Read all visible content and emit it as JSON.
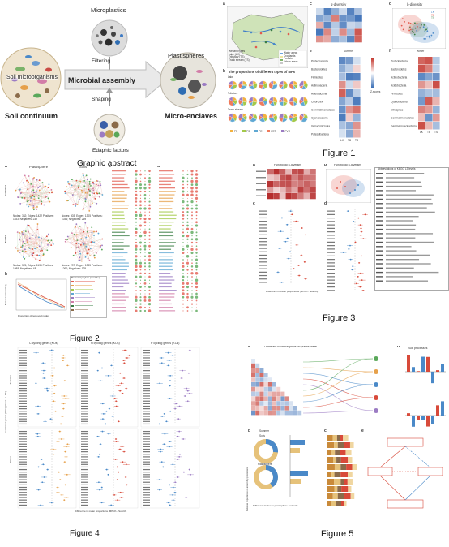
{
  "graphical_abstract": {
    "microplastics_label": "Microplastics",
    "filtering_label": "Filtering",
    "microbial_assembly_label": "Microbial assembly",
    "shaping_label": "Shaping",
    "soil_microorganisms_label": "Soil microorganisms",
    "soil_continuum_label": "Soil continuum",
    "plastispheres_label": "Plastispheres",
    "micro_enclaves_label": "Micro-enclaves",
    "edaphic_factors_label": "Edaphic factors",
    "caption": "Graphic abstract"
  },
  "figure1": {
    "caption": "Figure 1",
    "panel_a_letter": "a",
    "panel_b_letter": "b",
    "panel_b_title": "The proportions of different types of MPs",
    "panel_c_letter": "c",
    "panel_c_title": "α-diversity",
    "panel_d_letter": "d",
    "panel_d_title": "β-diversity",
    "panel_e_letter": "e",
    "panel_f_letter": "f",
    "map_legend": [
      "Wetland types",
      "Lake (LK)",
      "Tributary (TS)",
      "Trunk stream (TS)",
      "Water areas",
      "Croplands",
      "Forests",
      "Urban areas"
    ],
    "pie_rows": [
      "Lake",
      "Tributary",
      "Trunk stream"
    ],
    "pie_legend": [
      "PP",
      "PS",
      "PE",
      "PET",
      "PVC"
    ],
    "heat_rows_e": [
      "Proteobacteria",
      "Bacteroidetes",
      "Firmicutes",
      "Actinobacteria",
      "Acidobacteria",
      "Chloroflexi",
      "Gemmatimonadetes",
      "Cyanobacteria",
      "Verrucomicrobia",
      "Patescibacteria"
    ],
    "heat_rows_f": [
      "Proteobacteria",
      "Bacteroidetes",
      "Actinobacteria",
      "Acidobacteria",
      "Firmicutes",
      "Cyanobacteria",
      "Nitrospirae",
      "Gemmatimonadetes",
      "Gammaproteobacteria"
    ],
    "heat_cols": [
      "LK",
      "TB",
      "TS"
    ],
    "legend_d": [
      "LK",
      "TB",
      "TS"
    ],
    "season_labels": [
      "Summer",
      "Winter"
    ],
    "zscore_label": "Z-scores"
  },
  "figure2": {
    "caption": "Figure 2",
    "panel_a_letter": "a",
    "panel_b_letter": "b",
    "panel_c_letter": "c",
    "panel_d_letter": "d",
    "plastisphere_label": "Plastisphere",
    "soils_label": "Soils",
    "summer_label": "Summer",
    "winter_label": "Winter",
    "net_stats": [
      "Nodes: 332; Edges: 1422 Positives: 1183; Negatives: 239",
      "Nodes: 303; Edges: 1305 Positives: 1036; Negatives: 269",
      "Nodes: 325; Edges: 1136 Positives: 1088; Negatives: 48",
      "Nodes: 297; Edges: 1385 Positives: 1260; Negatives: 125"
    ],
    "robust_ylabel": "Natural connectivity",
    "robust_xlabel": "Proportion of removed nodes",
    "marker_header": "Bacterial phylum (module)"
  },
  "figure3": {
    "caption": "Figure 3",
    "panel_a_letter": "a",
    "panel_b_letter": "b",
    "panel_c_letter": "c",
    "panel_d_letter": "d",
    "panel_a_title": "Functional β-diversity",
    "panel_b_title": "Functional β-diversity",
    "xlabel": "Difference in mean proportions (MPs% - Soils%)",
    "abbrev_header": "Abbreviations of KEGG L3 levels"
  },
  "figure4": {
    "caption": "Figure 4",
    "panel_a_title": "C cycling genes (KOs)",
    "panel_b_title": "N cycling genes (KOs)",
    "panel_c_title": "P cycling genes (KOs)",
    "ylabel": "Functional genes (KOs) (mean ± SE)",
    "xlabel": "Difference in mean proportions (MPs% - Soils%)",
    "summer_label": "Summer",
    "winter_label": "Winter"
  },
  "figure5": {
    "caption": "Figure 5",
    "panel_a_letter": "a",
    "panel_b_letter": "b",
    "panel_c_letter": "c",
    "panel_d_letter": "d",
    "panel_e_letter": "e",
    "panel_a_title": "Dominant bacterial phyla on plastisphere",
    "panel_d_title": "Soil processes",
    "panel_b_title": "Summer",
    "panel_b_subtitle": "Winter",
    "soils_label": "Soils",
    "plastisphere_label": "Plastisphere",
    "xlabel": "Difference between plastisphere and soils",
    "ylabel": "Relative importance of assembly processes"
  },
  "colors": {
    "pp": "#f3b23f",
    "ps": "#a3c94a",
    "pe": "#5fa8d3",
    "pet": "#ef7b5c",
    "pvc": "#9b7bc3",
    "lake": "#4a89c8",
    "tributary": "#e25a4e",
    "trunk": "#3a7d44",
    "heat_low": "#3b6fb6",
    "heat_high": "#c53b32",
    "network_red": "#d84a3a",
    "network_green": "#5aa85a"
  }
}
